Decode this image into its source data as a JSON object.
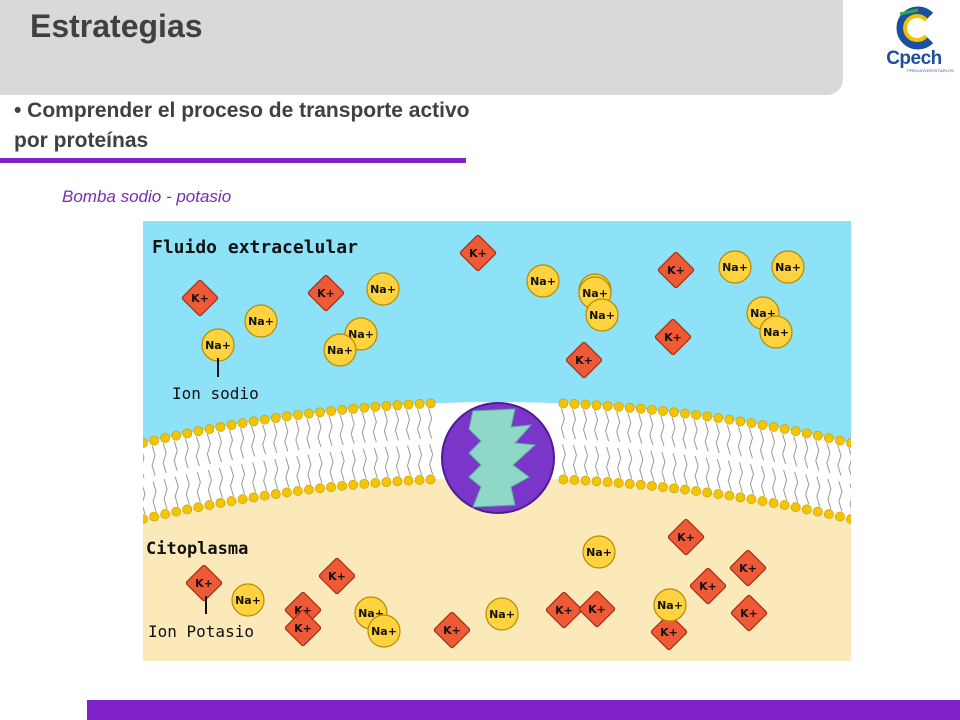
{
  "header": {
    "title": "Estrategias"
  },
  "logo": {
    "text": "Cpech",
    "subtext": "PREUNIVERSITARIOS"
  },
  "objective": {
    "bullet": "• Comprender el proceso de transporte activo por proteínas"
  },
  "diagram": {
    "subtitle": "Bomba sodio - potasio",
    "label_extracellular": "Fluido extracelular",
    "label_cytoplasm": "Citoplasma",
    "label_sodium_ion": "Ion sodio",
    "label_potassium_ion": "Ion Potasio",
    "na_symbol": "Na+",
    "k_symbol": "K+",
    "colors": {
      "extracellular": "#8de2f7",
      "cytoplasm": "#fbe9ba",
      "membrane_head": "#f5c400",
      "protein": "#7a35c9",
      "channel": "#8fd8c8",
      "k_ion": "#ee5a36",
      "na_ion": "#ffd23f"
    }
  },
  "theme": {
    "accent": "#8122c8",
    "header_bg": "#d9d9d9"
  }
}
